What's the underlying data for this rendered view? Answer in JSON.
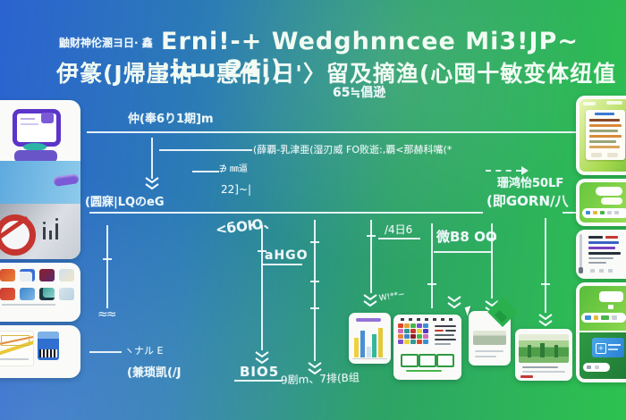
{
  "header": {
    "prefix": "鼬财神伦溷ヨ日· 鑫",
    "title": "Erni!-+ Wedghnncee Mi3!JP~ ;iuu 24i)",
    "subtitle": "伊篆(J帰崖祐—惠佰,日'〉留及摘渔(心囤十敏变体纽值",
    "subtitle2": "65≒倡逊"
  },
  "diagram": {
    "labels": {
      "top_branch": "仲(奉6り1期]m",
      "branch_note": "(薛覇-乳津亜(湿刃威 FO败逝:,覇<那赫科嘴(*",
      "note_mm": "∌ ㎜逼",
      "note_22": "22]~|",
      "node_lqbeg": "(圆寐|LQのeG",
      "node_600": "<бOЮ、",
      "node_ahgo": "aHGO",
      "node_4e6": "/4日6",
      "node_b800": "微B8 OO",
      "node_50lf": "珊鸿怡50LF",
      "node_gorn": "(即GORN/八",
      "node_yale": "ヽナル E",
      "node_mirror": "(兼琐凯(/J",
      "node_bio5": "BIO5",
      "node_report": "9剧m、7排(B组",
      "tiny_w": "W!**~"
    }
  },
  "icons": {
    "wave_break": "≈≈"
  },
  "colors": {
    "bg_left": "#2b63d0",
    "bg_right": "#2dc24f",
    "line": "#f3fafd",
    "card": "#fafbf8",
    "accent_red": "#c5342e",
    "accent_purple": "#5b35c9",
    "accent_teal": "#2ab5a5",
    "accent_blue": "#3a8fd9",
    "accent_yellow": "#eed23c",
    "accent_green": "#3faf4e"
  }
}
